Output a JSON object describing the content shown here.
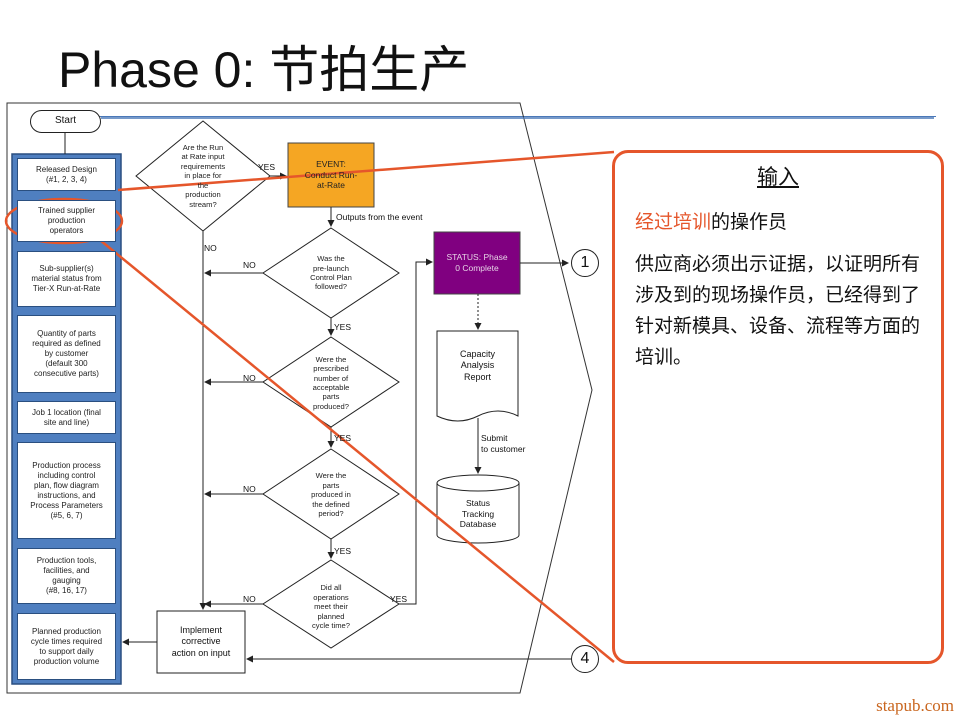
{
  "title": "Phase 0: 节拍生产",
  "start": "Start",
  "inputs": [
    "Released  Design\n(#1, 2, 3, 4)",
    "Trained  supplier\nproduction\noperators",
    "Sub-supplier(s)\nmaterial  status from\nTier-X Run-at-Rate",
    "Quantity of parts\nrequired  as defined\nby customer\n(default 300\nconsecutive parts)",
    "Job 1 location (final\nsite and line)",
    "Production process\nincluding control\nplan, flow diagram\ninstructions, and\nProcess Parameters\n(#5, 6, 7)",
    "Production tools,\nfacilities,  and\ngauging\n(#8, 16, 17)",
    "Planned production\ncycle times required\nto support daily\nproduction volume"
  ],
  "decisions": [
    "Are the Run\nat Rate input\nrequirements\nin place for\nthe\nproduction\nstream?",
    "Was the\npre-launch\nControl Plan\nfollowed?",
    "Were  the\nprescribed\nnumber of\nacceptable\nparts\nproduced?",
    "Were  the\nparts\nproduced in\nthe defined\nperiod?",
    "Did all\noperations\nmeet  their\nplanned\ncycle time?"
  ],
  "event": "EVENT:\nConduct Run-\nat-Rate",
  "status": "STATUS: Phase\n0 Complete",
  "report": "Capacity\nAnalysis\nReport",
  "database": "Status\nTracking\nDatabase",
  "corrective": "Implement\ncorrective\naction on input",
  "labels": {
    "yes": "YES",
    "no": "NO",
    "outputs": "Outputs from the event",
    "submit": "Submit\nto customer"
  },
  "connectors": {
    "one": "1",
    "four": "4"
  },
  "callout": {
    "heading": "输入",
    "sub_highlight": "经过培训",
    "sub_rest": "的操作员",
    "body": "供应商必须出示证据，以证明所有涉及到的现场操作员，已经得到了针对新模具、设备、流程等方面的培训。"
  },
  "watermark": "stapub.com",
  "colors": {
    "event_fill": "#f5a623",
    "status_fill": "#800080",
    "callout_border": "#e5562b",
    "panel_fill": "#4f7fc0",
    "panel_border": "#2a4f80"
  }
}
